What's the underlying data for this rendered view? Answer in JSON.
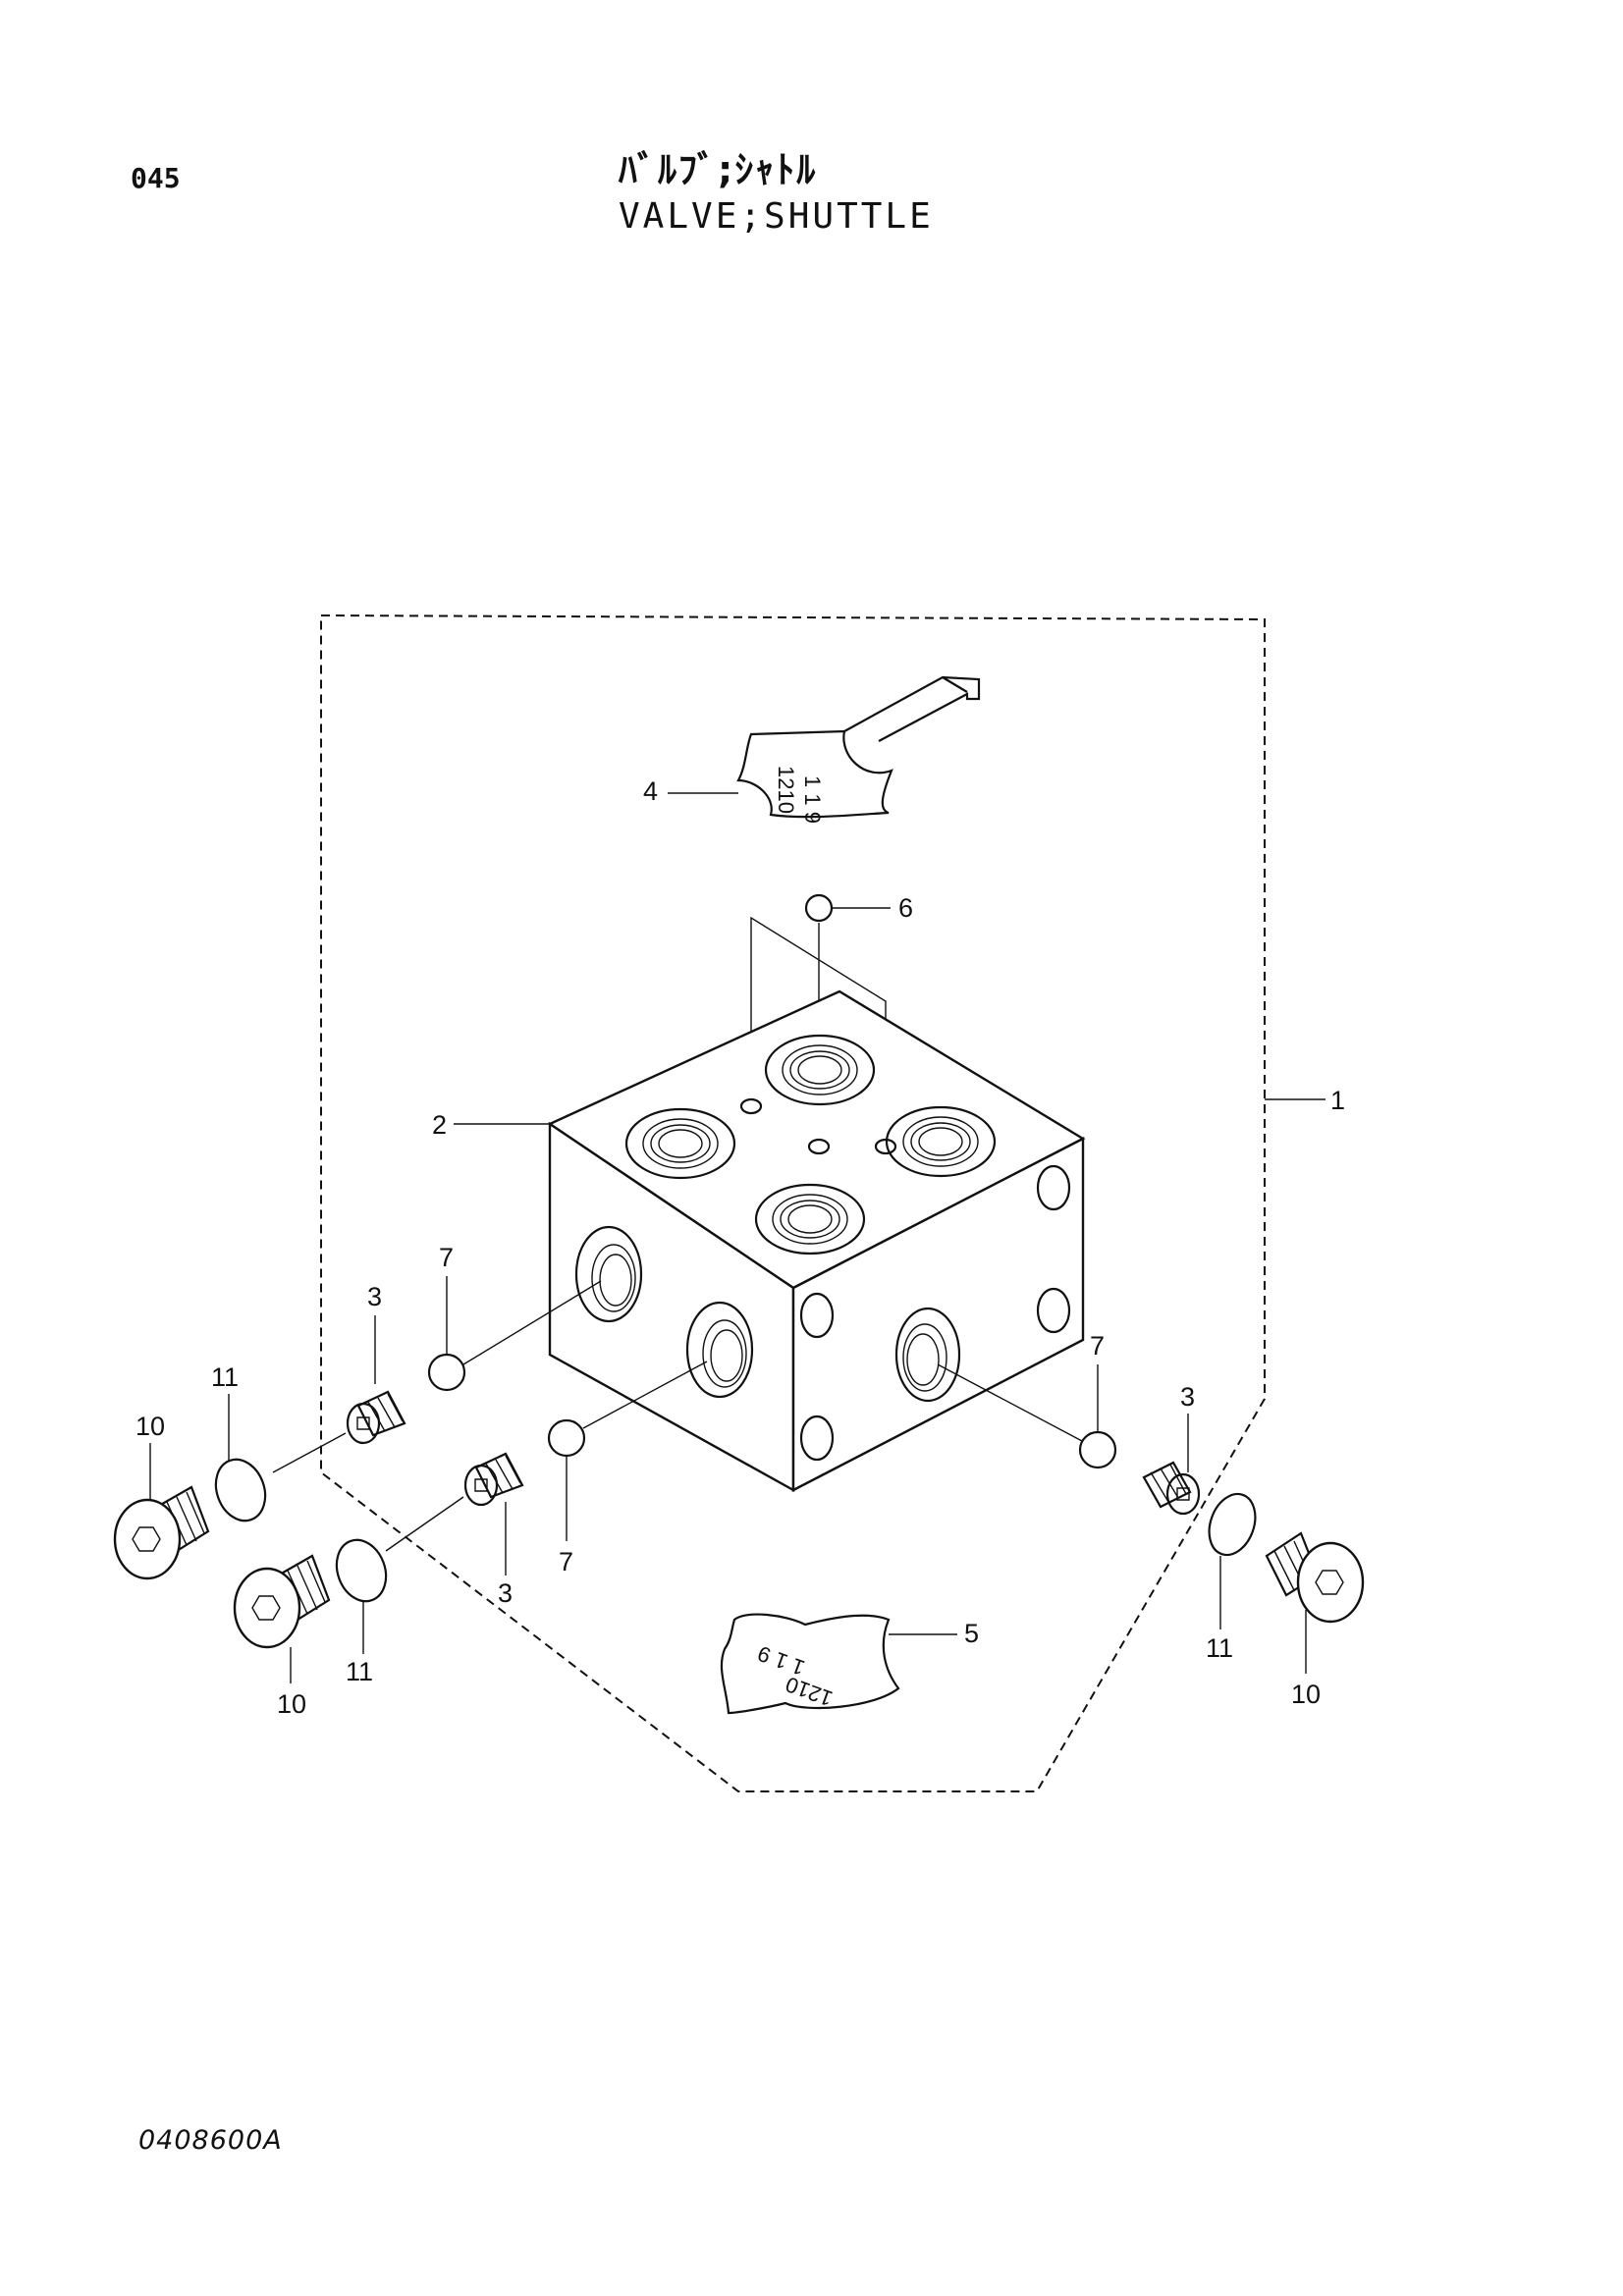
{
  "header": {
    "page_number": "045",
    "title_jp": "ﾊﾞﾙﾌﾞ;ｼｬﾄﾙ",
    "title_en": "VALVE;SHUTTLE"
  },
  "footer": {
    "figure_code": "0408600A"
  },
  "callouts": {
    "c1": "1",
    "c2": "2",
    "c3a": "3",
    "c3b": "3",
    "c3c": "3",
    "c4": "4",
    "c5": "5",
    "c6": "6",
    "c7a": "7",
    "c7b": "7",
    "c7c": "7",
    "c10a": "10",
    "c10b": "10",
    "c10c": "10",
    "c11a": "11",
    "c11b": "11",
    "c11c": "11"
  },
  "tag_markings": {
    "tag4_line1": "1 1 9",
    "tag4_line2": "1210",
    "tag5_line1": "1 1 9",
    "tag5_line2": "1210"
  }
}
